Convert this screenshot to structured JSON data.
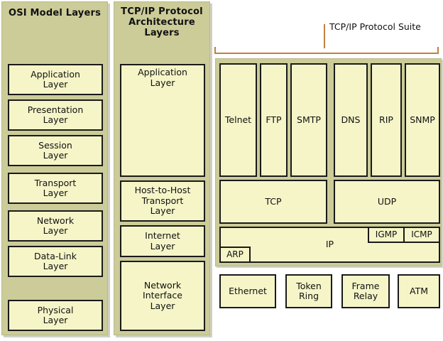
{
  "osi_column": {
    "title": "OSI Model\nLayers",
    "title_line1": "OSI Model",
    "title_line2": "Layers",
    "layers": [
      {
        "label": "Application\nLayer",
        "line1": "Application",
        "line2": "Layer"
      },
      {
        "label": "Presentation\nLayer",
        "line1": "Presentation",
        "line2": "Layer"
      },
      {
        "label": "Session\nLayer",
        "line1": "Session",
        "line2": "Layer"
      },
      {
        "label": "Transport\nLayer",
        "line1": "Transport",
        "line2": "Layer"
      },
      {
        "label": "Network\nLayer",
        "line1": "Network",
        "line2": "Layer"
      },
      {
        "label": "Data-Link\nLayer",
        "line1": "Data-Link",
        "line2": "Layer"
      },
      {
        "label": "Physical\nLayer",
        "line1": "Physical",
        "line2": "Layer"
      }
    ]
  },
  "tcpip_column": {
    "title_line1": "TCP/IP",
    "title_line2": "Protocol",
    "title_line3": "Architecture",
    "title_line4": "Layers",
    "layers": [
      {
        "line1": "Application",
        "line2": "Layer",
        "line3": ""
      },
      {
        "line1": "Host-to-Host",
        "line2": "Transport",
        "line3": "Layer"
      },
      {
        "line1": "Internet",
        "line2": "Layer",
        "line3": ""
      },
      {
        "line1": "Network",
        "line2": "Interface",
        "line3": "Layer"
      }
    ]
  },
  "suite": {
    "label_line1": "TCP/IP Protocol",
    "label_line2": "Suite",
    "bracket_color": "#c08040"
  },
  "protocol_suite": {
    "application_protocols": [
      {
        "name": "Telnet",
        "group": "tcp"
      },
      {
        "name": "FTP",
        "group": "tcp"
      },
      {
        "name": "SMTP",
        "group": "tcp"
      },
      {
        "name": "DNS",
        "group": "udp"
      },
      {
        "name": "RIP",
        "group": "udp"
      },
      {
        "name": "SNMP",
        "group": "udp"
      }
    ],
    "transport_protocols": [
      {
        "name": "TCP"
      },
      {
        "name": "UDP"
      }
    ],
    "internet_protocols": {
      "main": "IP",
      "arp": "ARP",
      "igmp": "IGMP",
      "icmp": "ICMP"
    },
    "network_interfaces": [
      {
        "line1": "Ethernet",
        "line2": ""
      },
      {
        "line1": "Token",
        "line2": "Ring"
      },
      {
        "line1": "Frame",
        "line2": "Relay"
      },
      {
        "line1": "ATM",
        "line2": ""
      }
    ]
  },
  "colors": {
    "panel_bg": "#CCCC99",
    "box_fill": "#F5F5C8",
    "box_border": "#1A1A1A",
    "bracket": "#C08040",
    "page_bg": "#FFFFFF"
  }
}
